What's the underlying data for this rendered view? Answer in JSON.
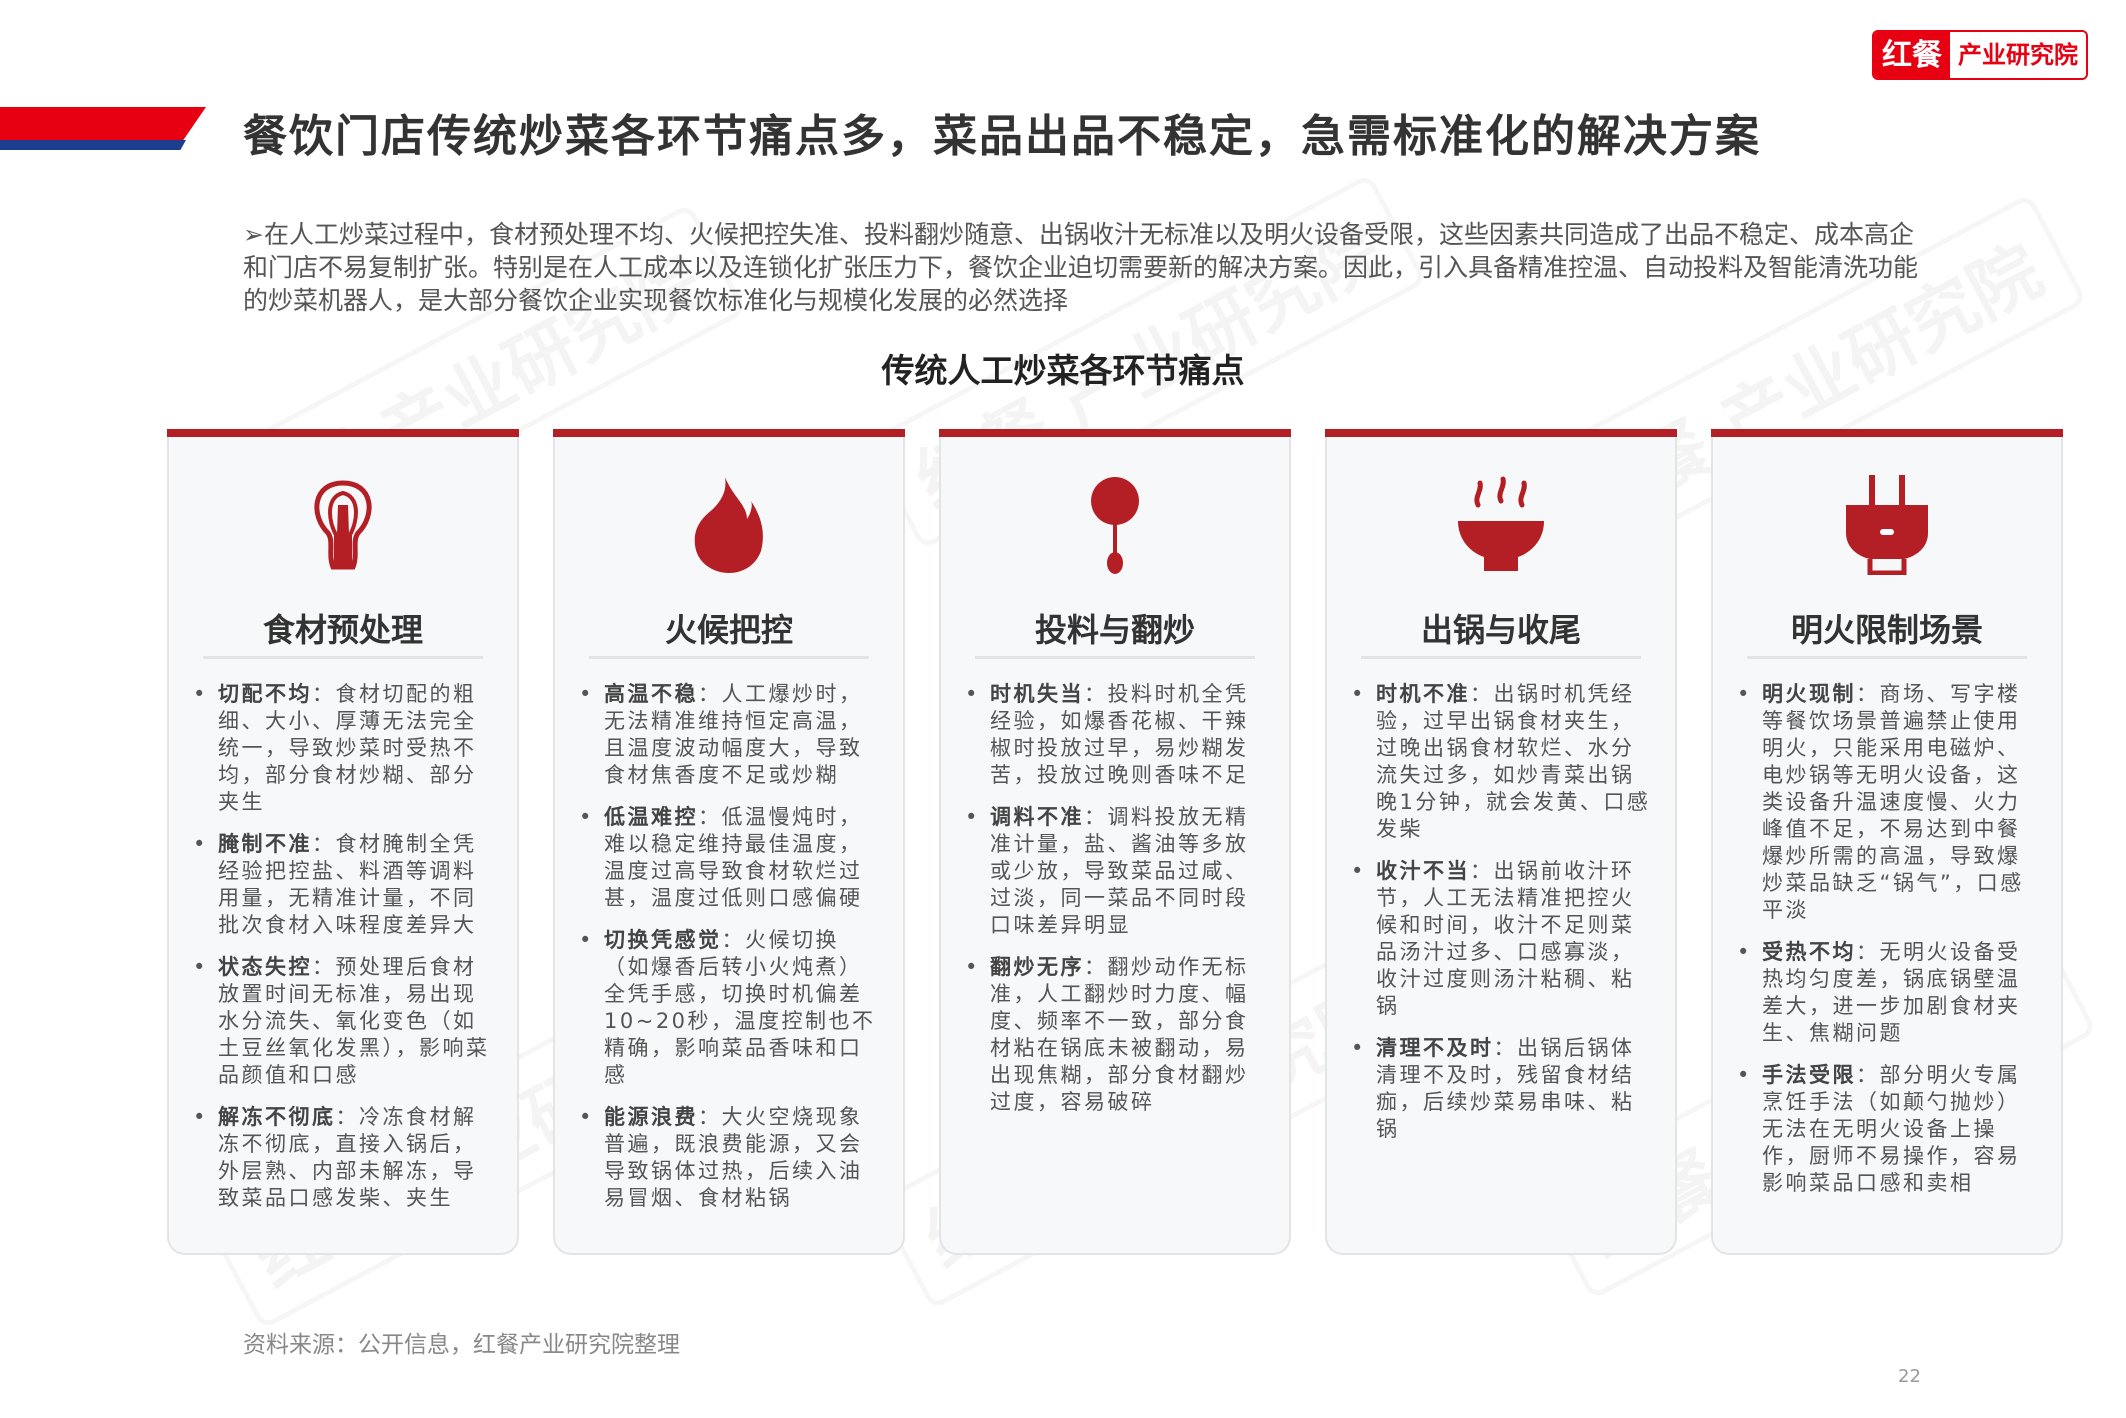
{
  "logo": {
    "brand": "红餐",
    "sub": "产业研究院"
  },
  "title": "餐饮门店传统炒菜各环节痛点多，菜品出品不稳定，急需标准化的解决方案",
  "intro": "➢在人工炒菜过程中，食材预处理不均、火候把控失准、投料翻炒随意、出锅收汁无标准以及明火设备受限，这些因素共同造成了出品不稳定、成本高企和门店不易复制扩张。特别是在人工成本以及连锁化扩张压力下，餐饮企业迫切需要新的解决方案。因此，引入具备精准控温、自动投料及智能清洗功能的炒菜机器人，是大部分餐饮企业实现餐饮标准化与规模化发展的必然选择",
  "subtitle": "传统人工炒菜各环节痛点",
  "accent_color": "#b31f24",
  "cards": [
    {
      "icon": "whisk-icon",
      "title": "食材预处理",
      "items": [
        {
          "head": "切配不均",
          "text": "：食材切配的粗细、大小、厚薄无法完全统一，导致炒菜时受热不均，部分食材炒糊、部分夹生"
        },
        {
          "head": "腌制不准",
          "text": "：食材腌制全凭经验把控盐、料酒等调料用量，无精准计量，不同批次食材入味程度差异大"
        },
        {
          "head": "状态失控",
          "text": "：预处理后食材放置时间无标准，易出现水分流失、氧化变色（如土豆丝氧化发黑），影响菜品颜值和口感"
        },
        {
          "head": "解冻不彻底",
          "text": "：冷冻食材解冻不彻底，直接入锅后，外层熟、内部未解冻，导致菜品口感发柴、夹生"
        }
      ]
    },
    {
      "icon": "flame-icon",
      "title": "火候把控",
      "items": [
        {
          "head": "高温不稳",
          "text": "：人工爆炒时，无法精准维持恒定高温，且温度波动幅度大，导致食材焦香度不足或炒糊"
        },
        {
          "head": "低温难控",
          "text": "：低温慢炖时，难以稳定维持最佳温度，温度过高导致食材软烂过甚，温度过低则口感偏硬"
        },
        {
          "head": "切换凭感觉",
          "text": "：火候切换（如爆香后转小火炖煮）全凭手感，切换时机偏差10~20秒，温度控制也不精确，影响菜品香味和口感"
        },
        {
          "head": "能源浪费",
          "text": "：大火空烧现象普遍，既浪费能源，又会导致锅体过热，后续入油易冒烟、食材粘锅"
        }
      ]
    },
    {
      "icon": "spoon-icon",
      "title": "投料与翻炒",
      "items": [
        {
          "head": "时机失当",
          "text": "：投料时机全凭经验，如爆香花椒、干辣椒时投放过早，易炒糊发苦，投放过晚则香味不足"
        },
        {
          "head": "调料不准",
          "text": "：调料投放无精准计量，盐、酱油等多放或少放，导致菜品过咸、过淡，同一菜品不同时段口味差异明显"
        },
        {
          "head": "翻炒无序",
          "text": "：翻炒动作无标准，人工翻炒时力度、幅度、频率不一致，部分食材粘在锅底未被翻动，易出现焦糊，部分食材翻炒过度，容易破碎"
        }
      ]
    },
    {
      "icon": "steaming-bowl-icon",
      "title": "出锅与收尾",
      "items": [
        {
          "head": "时机不准",
          "text": "：出锅时机凭经验，过早出锅食材夹生，过晚出锅食材软烂、水分流失过多，如炒青菜出锅晚1分钟，就会发黄、口感发柴"
        },
        {
          "head": "收汁不当",
          "text": "：出锅前收汁环节，人工无法精准把控火候和时间，收汁不足则菜品汤汁过多、口感寡淡，收汁过度则汤汁粘稠、粘锅"
        },
        {
          "head": "清理不及时",
          "text": "：出锅后锅体清理不及时，残留食材结痂，后续炒菜易串味、粘锅"
        }
      ]
    },
    {
      "icon": "plug-icon",
      "title": "明火限制场景",
      "items": [
        {
          "head": "明火现制",
          "text": "：商场、写字楼等餐饮场景普遍禁止使用明火，只能采用电磁炉、电炒锅等无明火设备，这类设备升温速度慢、火力峰值不足，不易达到中餐爆炒所需的高温，导致爆炒菜品缺乏“锅气”，口感平淡"
        },
        {
          "head": "受热不均",
          "text": "：无明火设备受热均匀度差，锅底锅壁温差大，进一步加剧食材夹生、焦糊问题"
        },
        {
          "head": "手法受限",
          "text": "：部分明火专属烹饪手法（如颠勺抛炒）无法在无明火设备上操作，厨师不易操作，容易影响菜品口感和卖相"
        }
      ]
    }
  ],
  "source": "资料来源：公开信息，红餐产业研究院整理",
  "page_number": "22"
}
